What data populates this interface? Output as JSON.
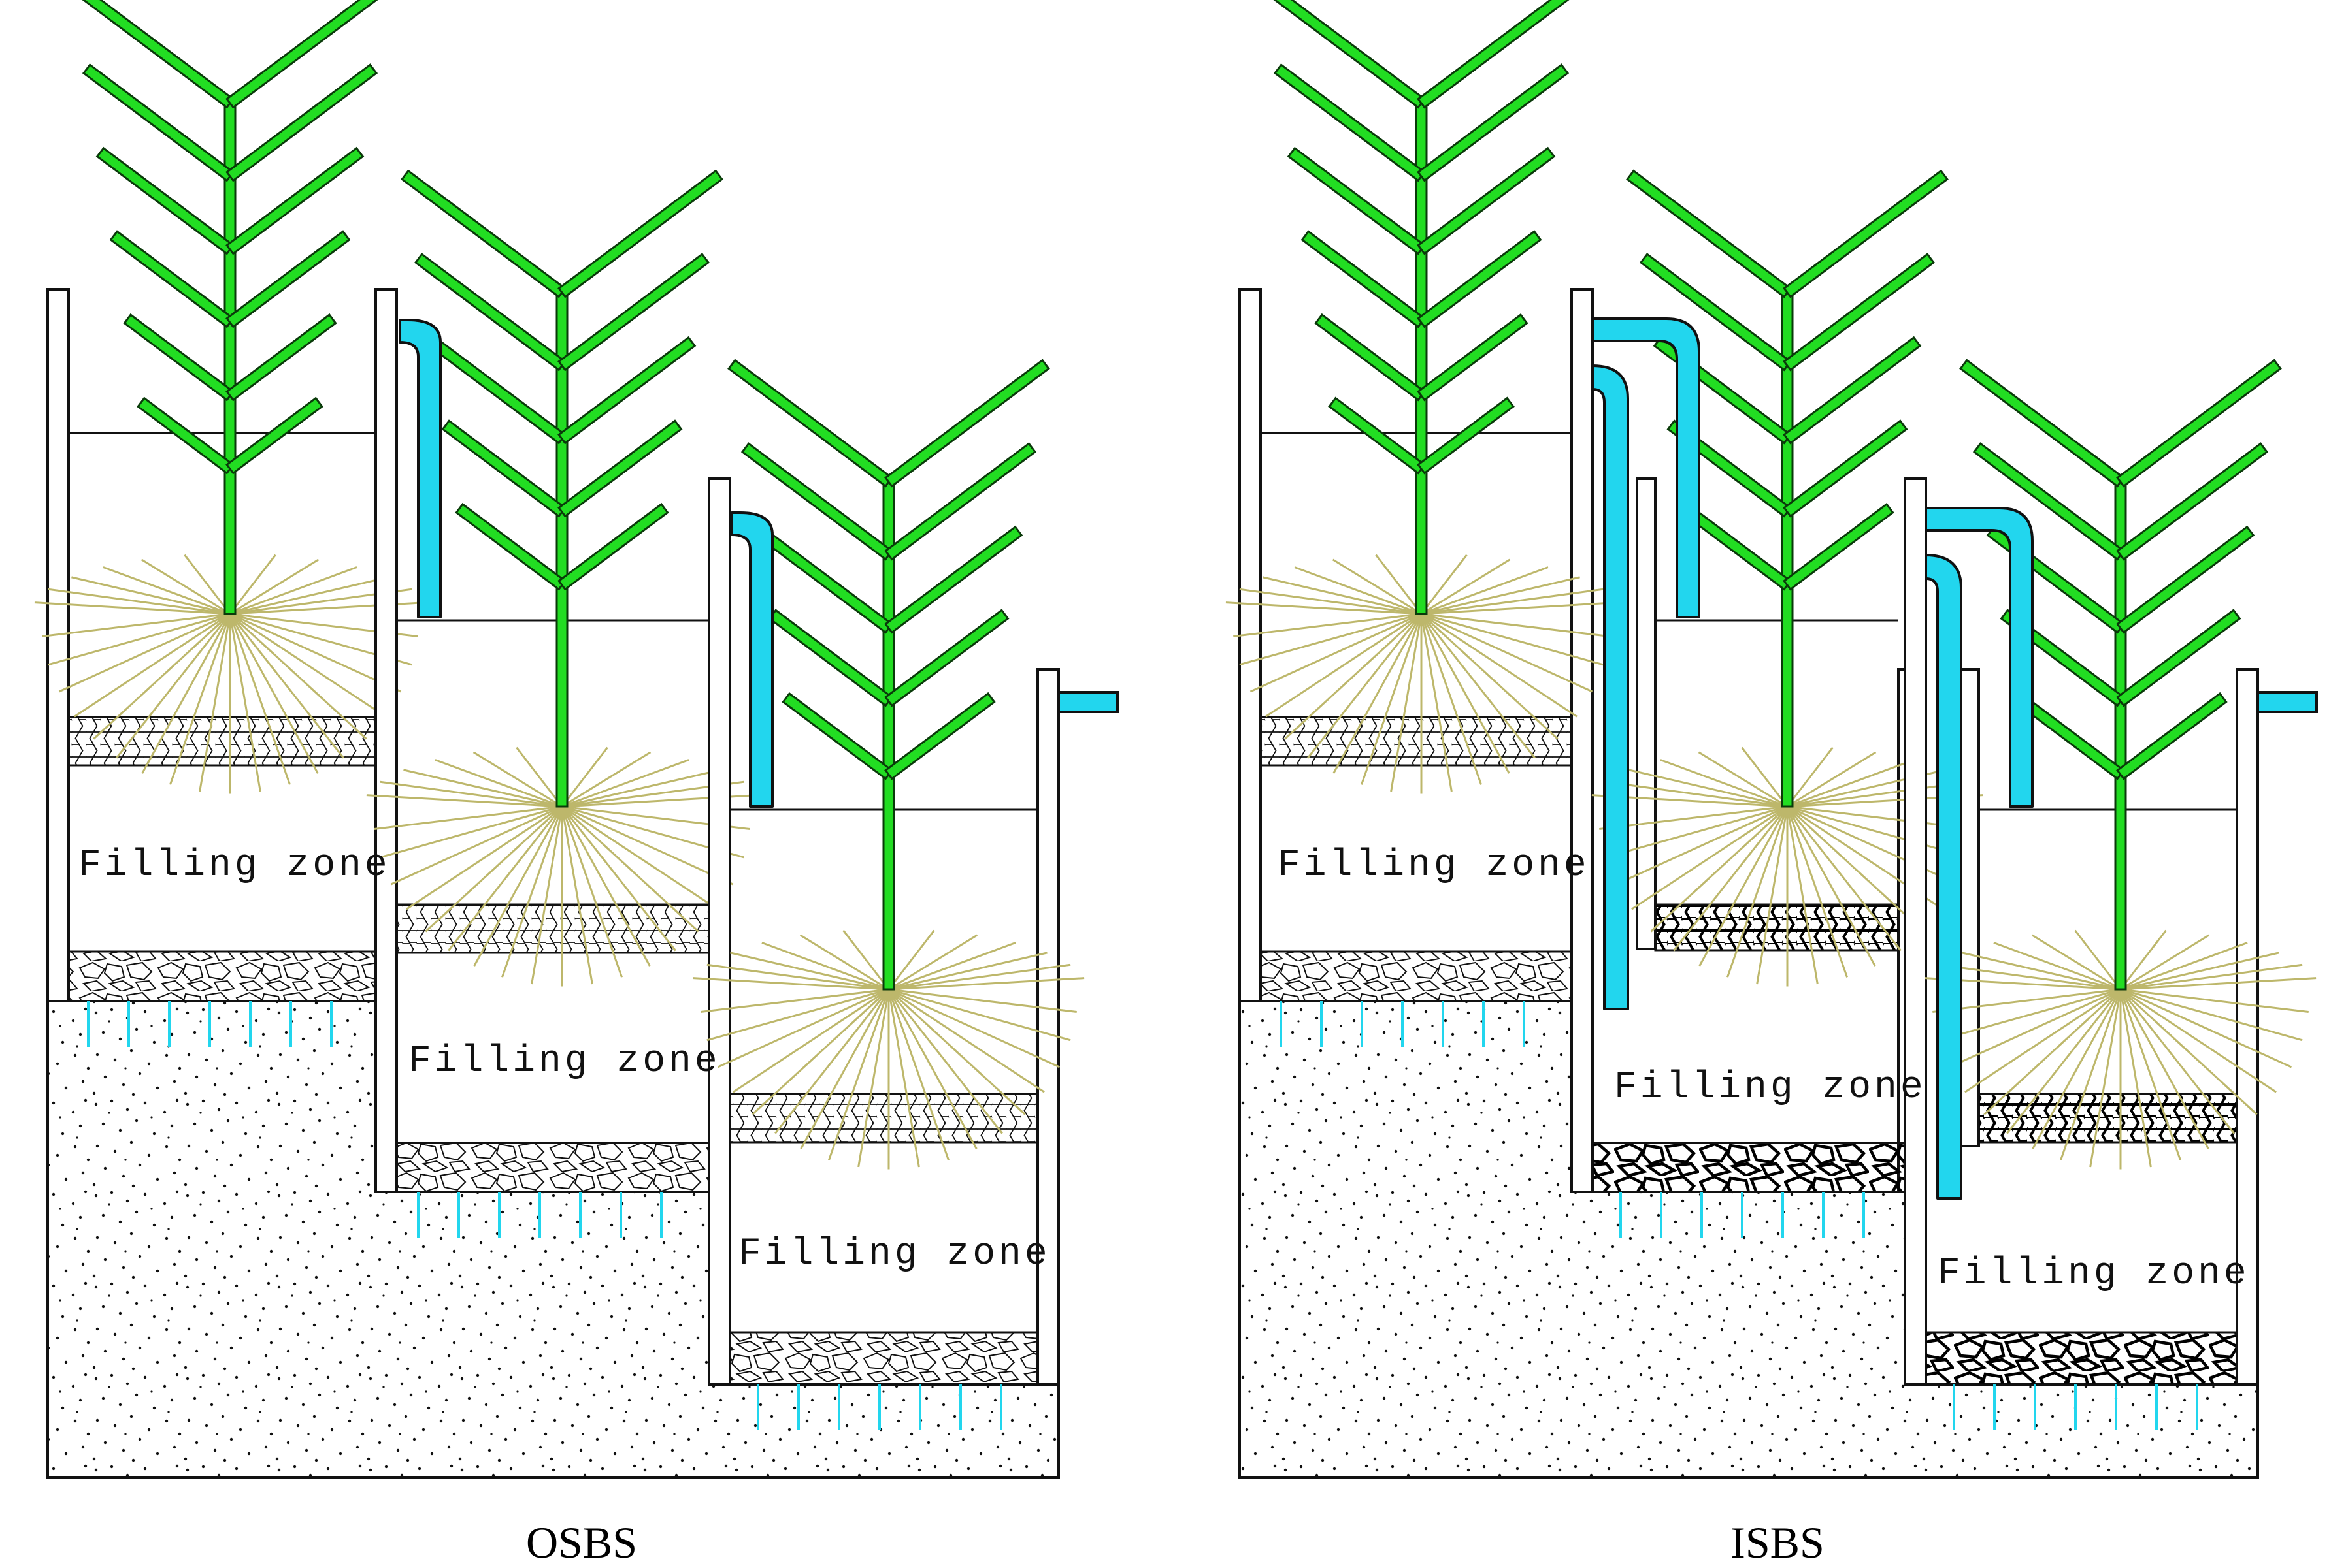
{
  "diagrams": [
    {
      "caption": "OSBS",
      "stages": [
        {
          "label": "Filling zone"
        },
        {
          "label": "Filling zone"
        },
        {
          "label": "Filling zone"
        }
      ]
    },
    {
      "caption": "ISBS",
      "stages": [
        {
          "label": "Filling zone"
        },
        {
          "label": "Filling zone"
        },
        {
          "label": "Filling zone"
        }
      ]
    }
  ],
  "colors": {
    "plant": "#22dd22",
    "plant_outline": "#0a3a0a",
    "root": "#bdb76b",
    "pipe": "#22d6ee",
    "infiltration": "#22d6ee",
    "outline": "#111111"
  }
}
